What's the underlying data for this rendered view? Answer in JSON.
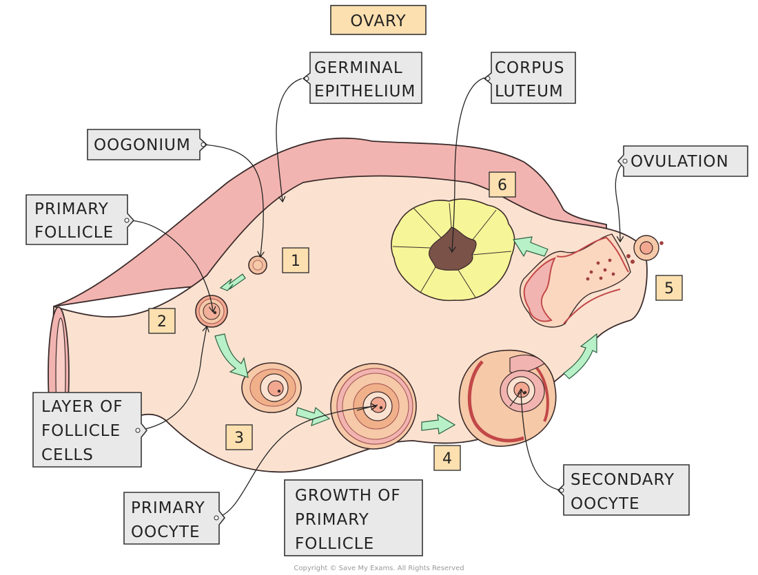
{
  "title": "OVARY",
  "labels": {
    "germinal_epithelium": [
      "GERMINAL",
      "EPITHELIUM"
    ],
    "corpus_luteum": [
      "CORPUS",
      "LUTEUM"
    ],
    "oogonium": [
      "OOGONIUM"
    ],
    "ovulation": [
      "OVULATION"
    ],
    "primary_follicle": [
      "PRIMARY",
      "FOLLICLE"
    ],
    "layer_of_follicle_cells": [
      "LAYER OF",
      "FOLLICLE",
      "CELLS"
    ],
    "primary_oocyte": [
      "PRIMARY",
      "OOCYTE"
    ],
    "growth_of_primary_follicle": [
      "GROWTH OF",
      "PRIMARY",
      "FOLLICLE"
    ],
    "secondary_oocyte": [
      "SECONDARY",
      "OOCYTE"
    ]
  },
  "stages": [
    "1",
    "2",
    "3",
    "4",
    "5",
    "6"
  ],
  "copyright": "Copyright © Save My Exams. All Rights Reserved",
  "colors": {
    "ovary_fill": "#fbe2d0",
    "epithelium": "#f2b4b0",
    "outline": "#3a2a2a",
    "arrow_green": "#b8f0c8",
    "label_box": "#e9e9e9",
    "stage_box": "#fde0b0",
    "corpus_yellow": "#f6f598",
    "corpus_center": "#7a5248"
  }
}
